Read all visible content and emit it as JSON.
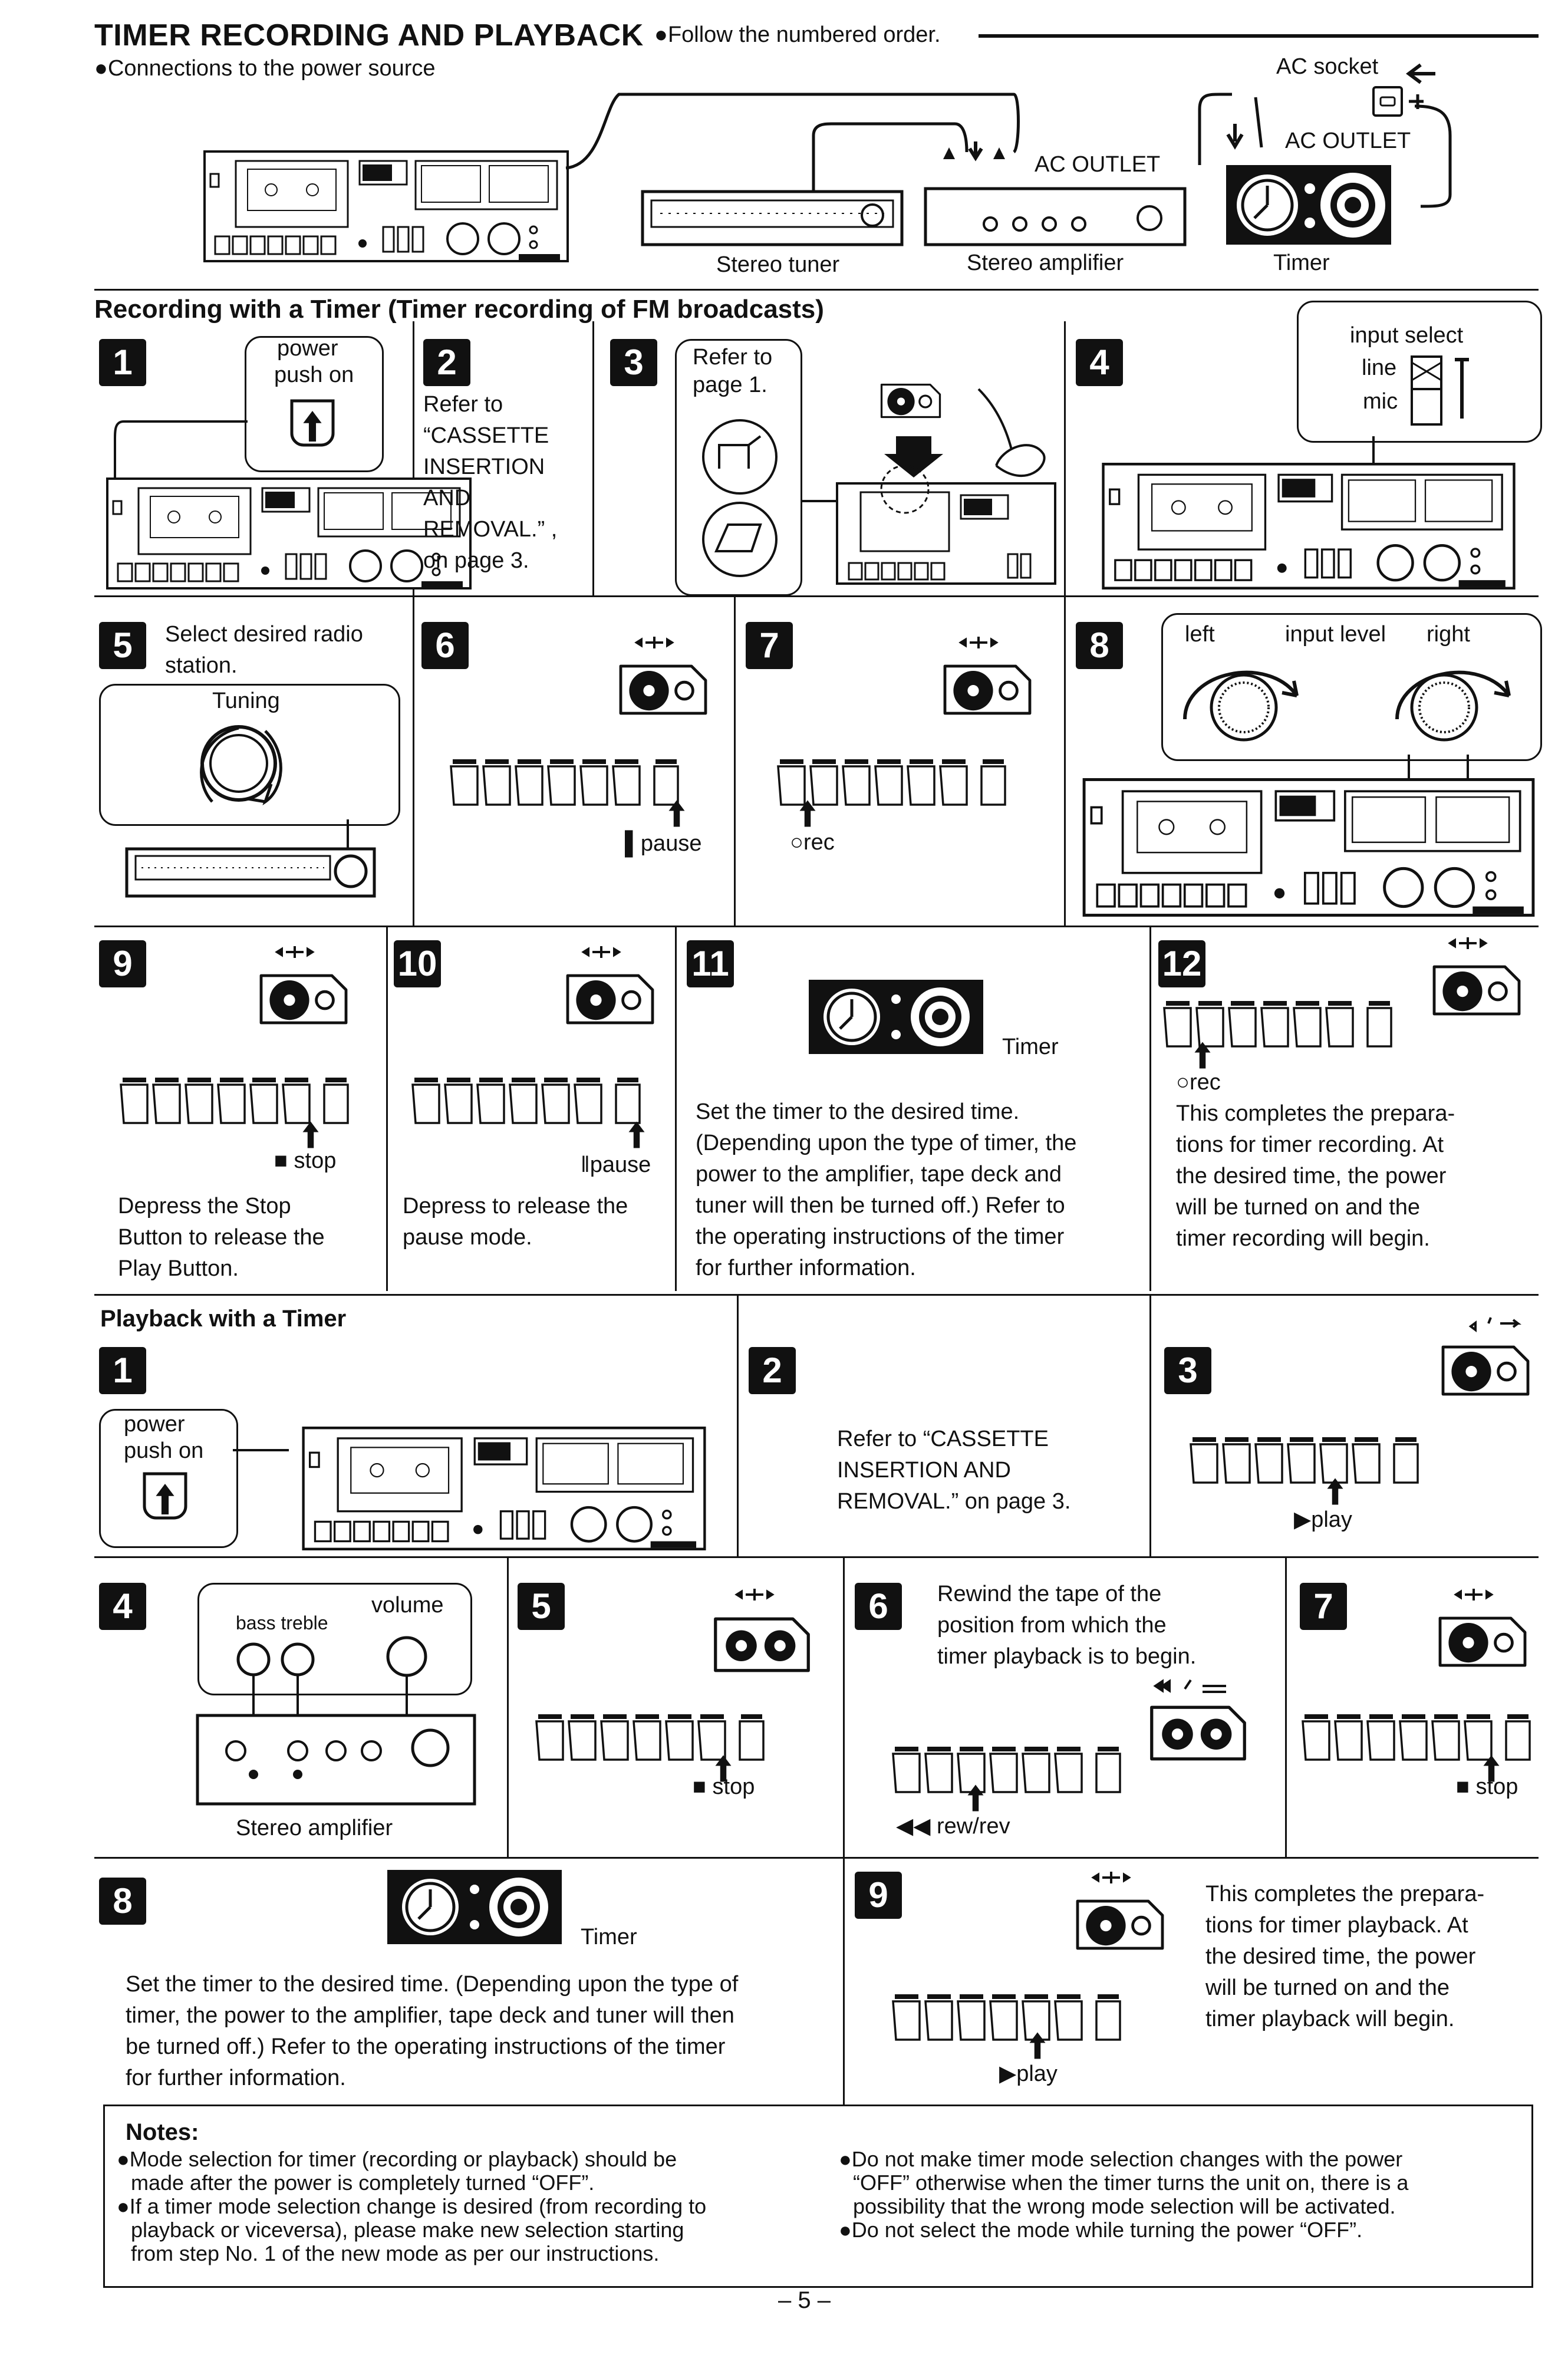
{
  "header": {
    "title": "TIMER RECORDING AND PLAYBACK",
    "follow": "●Follow the numbered order.",
    "connections": "●Connections to the power source"
  },
  "power_diagram": {
    "ac_socket": "AC socket",
    "ac_outlet_amp": "AC OUTLET",
    "ac_outlet_timer": "AC OUTLET",
    "stereo_tuner": "Stereo tuner",
    "stereo_amplifier": "Stereo amplifier",
    "timer": "Timer"
  },
  "recording": {
    "heading": "Recording with a Timer (Timer recording of FM broadcasts)",
    "s1": {
      "num": "1",
      "callout_1": "power",
      "callout_2": "push on"
    },
    "s2": {
      "num": "2",
      "text": [
        "Refer to",
        "“CASSETTE",
        "INSERTION",
        "AND",
        "REMOVAL.” ,",
        "on page 3."
      ]
    },
    "s3": {
      "num": "3",
      "callout_1": "Refer to",
      "callout_2": "page 1."
    },
    "s4": {
      "num": "4",
      "input_select": "input select",
      "line": "line",
      "mic": "mic"
    },
    "s5": {
      "num": "5",
      "text_1": "Select desired radio",
      "text_2": "station.",
      "tuning": "Tuning"
    },
    "s6": {
      "num": "6",
      "pause": "▌pause"
    },
    "s7": {
      "num": "7",
      "rec": "○rec"
    },
    "s8": {
      "num": "8",
      "left": "left",
      "input_level": "input level",
      "right": "right"
    },
    "s9": {
      "num": "9",
      "stop": "■ stop",
      "text": [
        "Depress the Stop",
        "Button to release the",
        "Play Button."
      ]
    },
    "s10": {
      "num": "10",
      "pause": "‖pause",
      "text": [
        "Depress to release the",
        "pause mode."
      ]
    },
    "s11": {
      "num": "11",
      "timer": "Timer",
      "text": [
        "Set the timer to the desired time.",
        "(Depending upon the type of timer, the",
        "power to the amplifier, tape deck and",
        "tuner will then be turned off.) Refer to",
        "the operating instructions of the timer",
        "for further information."
      ]
    },
    "s12": {
      "num": "12",
      "rec": "○rec",
      "text": [
        "This completes the prepara-",
        "tions for timer recording. At",
        "the desired time, the power",
        "will be turned on and the",
        "timer recording will begin."
      ]
    }
  },
  "playback": {
    "heading": "Playback with a Timer",
    "p1": {
      "num": "1",
      "callout_1": "power",
      "callout_2": "push on"
    },
    "p2": {
      "num": "2",
      "text": [
        "Refer to “CASSETTE",
        "INSERTION AND",
        "REMOVAL.” on page 3."
      ]
    },
    "p3": {
      "num": "3",
      "play": "▶play"
    },
    "p4": {
      "num": "4",
      "bass_treble": "bass treble",
      "volume": "volume",
      "stereo_amplifier": "Stereo amplifier"
    },
    "p5": {
      "num": "5",
      "stop": "■ stop"
    },
    "p6": {
      "num": "6",
      "text": [
        "Rewind the tape of the",
        "position from which the",
        "timer playback is to begin."
      ],
      "rew": "◀◀ rew/rev"
    },
    "p7": {
      "num": "7",
      "stop": "■ stop"
    },
    "p8": {
      "num": "8",
      "timer": "Timer",
      "text": [
        "Set the timer to the desired time. (Depending upon the type of",
        "timer, the power to the amplifier, tape deck and tuner will then",
        "be turned off.) Refer to the operating instructions of the timer",
        "for further information."
      ]
    },
    "p9": {
      "num": "9",
      "play": "▶play",
      "text": [
        "This completes the prepara-",
        "tions for timer playback. At",
        "the desired time, the power",
        "will be turned on and the",
        "timer playback will begin."
      ]
    }
  },
  "notes": {
    "heading": "Notes:",
    "n1": [
      "●Mode selection for timer (recording or playback) should be",
      "made after the power is completely turned “OFF”."
    ],
    "n2": [
      "●If a timer mode selection change is desired (from recording to",
      "playback or viceversa), please make new selection starting",
      "from step No. 1 of the new mode as per our instructions."
    ],
    "n3": [
      "●Do not make timer mode selection changes with the power",
      "“OFF” otherwise when the timer turns the unit on, there is a",
      "possibility that the wrong mode selection will be activated."
    ],
    "n4": [
      "●Do not select the mode while turning the power “OFF”."
    ]
  },
  "page_number": "– 5 –"
}
